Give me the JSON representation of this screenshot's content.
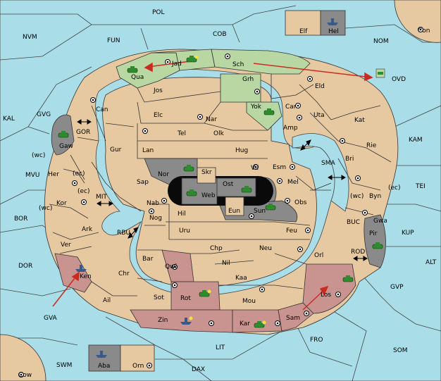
{
  "seas": [
    {
      "id": "POL",
      "label": "POL"
    },
    {
      "id": "NVM",
      "label": "NVM"
    },
    {
      "id": "FUN",
      "label": "FUN"
    },
    {
      "id": "COB",
      "label": "COB"
    },
    {
      "id": "NOM",
      "label": "NOM"
    },
    {
      "id": "Con",
      "label": "Con"
    },
    {
      "id": "OVD",
      "label": "OVD"
    },
    {
      "id": "KAL",
      "label": "KAL"
    },
    {
      "id": "GVG",
      "label": "GVG"
    },
    {
      "id": "KAM",
      "label": "KAM"
    },
    {
      "id": "TEI",
      "label": "TEI"
    },
    {
      "id": "MVU",
      "label": "MVU"
    },
    {
      "id": "BOR",
      "label": "BOR"
    },
    {
      "id": "KUP",
      "label": "KUP"
    },
    {
      "id": "ALT",
      "label": "ALT"
    },
    {
      "id": "DOR",
      "label": "DOR"
    },
    {
      "id": "GVP",
      "label": "GVP"
    },
    {
      "id": "GVA",
      "label": "GVA"
    },
    {
      "id": "FRO",
      "label": "FRO"
    },
    {
      "id": "SOM",
      "label": "SOM"
    },
    {
      "id": "LIT",
      "label": "LIT"
    },
    {
      "id": "SWM",
      "label": "SWM"
    },
    {
      "id": "DAX",
      "label": "DAX"
    },
    {
      "id": "Cow",
      "label": "Cow"
    },
    {
      "id": "GOR",
      "label": "GOR"
    },
    {
      "id": "MIT",
      "label": "MIT"
    },
    {
      "id": "RBU",
      "label": "RBU"
    },
    {
      "id": "SMA",
      "label": "SMA"
    },
    {
      "id": "BUC",
      "label": "BUC"
    },
    {
      "id": "ROD",
      "label": "ROD"
    }
  ],
  "lands": {
    "Elf": "Elf",
    "Hel": "Hel",
    "Jad": "Jad",
    "Sch": "Sch",
    "Qua": "Qua",
    "Jos": "Jos",
    "Grh": "Grh",
    "Eld": "Eld",
    "Can": "Can",
    "Elc": "Elc",
    "Nar": "Nar",
    "Yok": "Yok",
    "Car": "Car",
    "Uta": "Uta",
    "Kat": "Kat",
    "Tel": "Tel",
    "Olk": "Olk",
    "Amp": "Amp",
    "Rie": "Rie",
    "Gaw": "Gaw",
    "Gur": "Gur",
    "Lan": "Lan",
    "Hug": "Hug",
    "Bri": "Bri",
    "Vil": "Vil",
    "Esm": "Esm",
    "Her": "Her",
    "Nor": "Nor",
    "Skr": "Skr",
    "Ost": "Ost",
    "Mel": "Mel",
    "Byn": "Byn",
    "Sap": "Sap",
    "Web": "Web",
    "Kor": "Kor",
    "Nab": "Nab",
    "Obs": "Obs",
    "Eun": "Eun",
    "Sun": "Sun",
    "Gwa": "Gwa",
    "Hil": "Hil",
    "Ark": "Ark",
    "Nog": "Nog",
    "Pir": "Pir",
    "Uru": "Uru",
    "Feu": "Feu",
    "Ver": "Ver",
    "Chp": "Chp",
    "Neu": "Neu",
    "Bar": "Bar",
    "Orl": "Orl",
    "Nil": "Nil",
    "Qwi": "Qwi",
    "Chr": "Chr",
    "Ken": "Ken",
    "Kaa": "Kaa",
    "Rot": "Rot",
    "Ail": "Ail",
    "Sot": "Sot",
    "Mou": "Mou",
    "Los": "Los",
    "Sam": "Sam",
    "Zin": "Zin",
    "Kar": "Kar",
    "Aba": "Aba",
    "Orn": "Orn"
  },
  "coast_tags": {
    "wc1": "(wc)",
    "ec1": "(ec)",
    "ec2": "(ec)",
    "wc2": "(wc)",
    "wc3": "(wc)",
    "ec3": "(ec)"
  },
  "colors": {
    "sea": "#a9dde8",
    "land": "#e6c9a0",
    "neutral_gray": "#8a8a8a",
    "green_power": "#b8d7a3",
    "red_power": "#c9938f",
    "arrow": "#cc2b1f",
    "army_green": "#2e8b2e",
    "fleet_blue": "#3a5a8a"
  },
  "units": [
    {
      "type": "army",
      "power": "green",
      "at": "Jad"
    },
    {
      "type": "army",
      "power": "green",
      "at": "Qua"
    },
    {
      "type": "army",
      "power": "green",
      "at": "Yok"
    },
    {
      "type": "army",
      "power": "gray",
      "at": "Gaw"
    },
    {
      "type": "army",
      "power": "gray",
      "at": "Nor"
    },
    {
      "type": "army",
      "power": "gray",
      "at": "Web"
    },
    {
      "type": "army",
      "power": "gray",
      "at": "Ost"
    },
    {
      "type": "army",
      "power": "gray",
      "at": "Sun"
    },
    {
      "type": "army",
      "power": "gray",
      "at": "Pir"
    },
    {
      "type": "fleet",
      "power": "gray",
      "at": "Hel"
    },
    {
      "type": "fleet",
      "power": "gray",
      "at": "Aba"
    },
    {
      "type": "fleet",
      "power": "red",
      "at": "Ken"
    },
    {
      "type": "army",
      "power": "red",
      "at": "Rot"
    },
    {
      "type": "army",
      "power": "red",
      "at": "Los"
    },
    {
      "type": "fleet",
      "power": "red",
      "at": "Zin"
    },
    {
      "type": "army",
      "power": "red",
      "at": "Kar"
    },
    {
      "type": "army",
      "power": "green",
      "at": "OVD"
    }
  ]
}
